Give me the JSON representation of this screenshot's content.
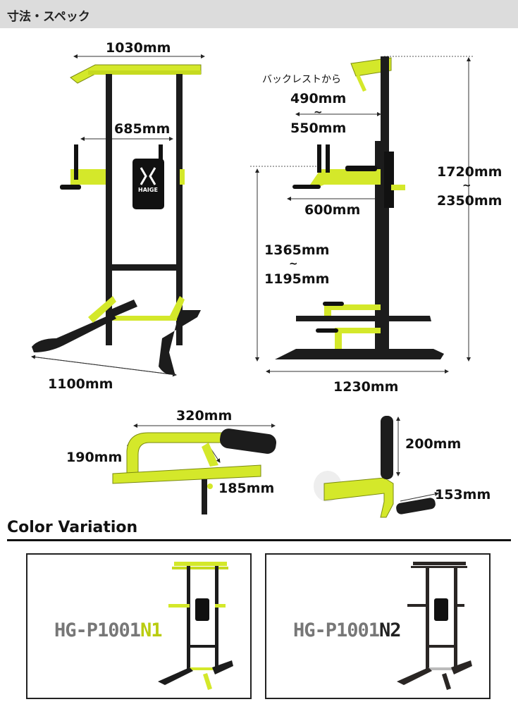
{
  "header": {
    "title": "寸法・スペック"
  },
  "dimensions": {
    "top_width": "1030mm",
    "dip_width": "685mm",
    "base_width": "1100mm",
    "backrest_label": "バックレストから",
    "backrest_range_min": "490mm",
    "backrest_range_max": "550mm",
    "tilde": "~",
    "dip_depth": "600mm",
    "dip_height_max": "1365mm",
    "dip_height_min": "1195mm",
    "total_height_min": "1720mm",
    "total_height_max": "2350mm",
    "base_depth": "1230mm",
    "grip_width": "320mm",
    "grip_height": "190mm",
    "grip_angle_len": "185mm",
    "dip_handle_height": "200mm",
    "dip_handle_len": "153mm"
  },
  "color_variation": {
    "title": "Color Variation",
    "models": [
      {
        "base": "HG-P1001",
        "suffix": "N1",
        "frame_color": "#d4e82a"
      },
      {
        "base": "HG-P1001",
        "suffix": "N2",
        "frame_color": "#2a2624"
      }
    ]
  },
  "brand": {
    "logo_text": "HAIGE"
  },
  "colors": {
    "lime": "#d4e82a",
    "frame_black": "#1c1c1c",
    "pad": "#111111"
  }
}
